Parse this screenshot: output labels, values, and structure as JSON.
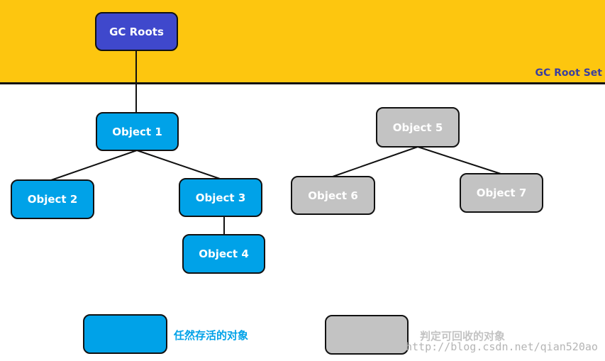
{
  "root_set": {
    "label": "GC Root Set",
    "root_node": "GC Roots",
    "band_color": "#fdc60f",
    "label_color": "#3b3f9e"
  },
  "nodes": {
    "object1": "Object 1",
    "object2": "Object 2",
    "object3": "Object 3",
    "object4": "Object 4",
    "object5": "Object 5",
    "object6": "Object 6",
    "object7": "Object 7"
  },
  "edges": [
    [
      "GC Roots",
      "Object 1"
    ],
    [
      "Object 1",
      "Object 2"
    ],
    [
      "Object 1",
      "Object 3"
    ],
    [
      "Object 3",
      "Object 4"
    ],
    [
      "Object 5",
      "Object 6"
    ],
    [
      "Object 5",
      "Object 7"
    ]
  ],
  "legend": {
    "alive_label": "任然存活的对象",
    "collectable_label": "判定可回收的对象",
    "alive_color": "#00a2e8",
    "collectable_color": "#c3c3c3"
  },
  "watermark": "http://blog.csdn.net/qian520ao"
}
